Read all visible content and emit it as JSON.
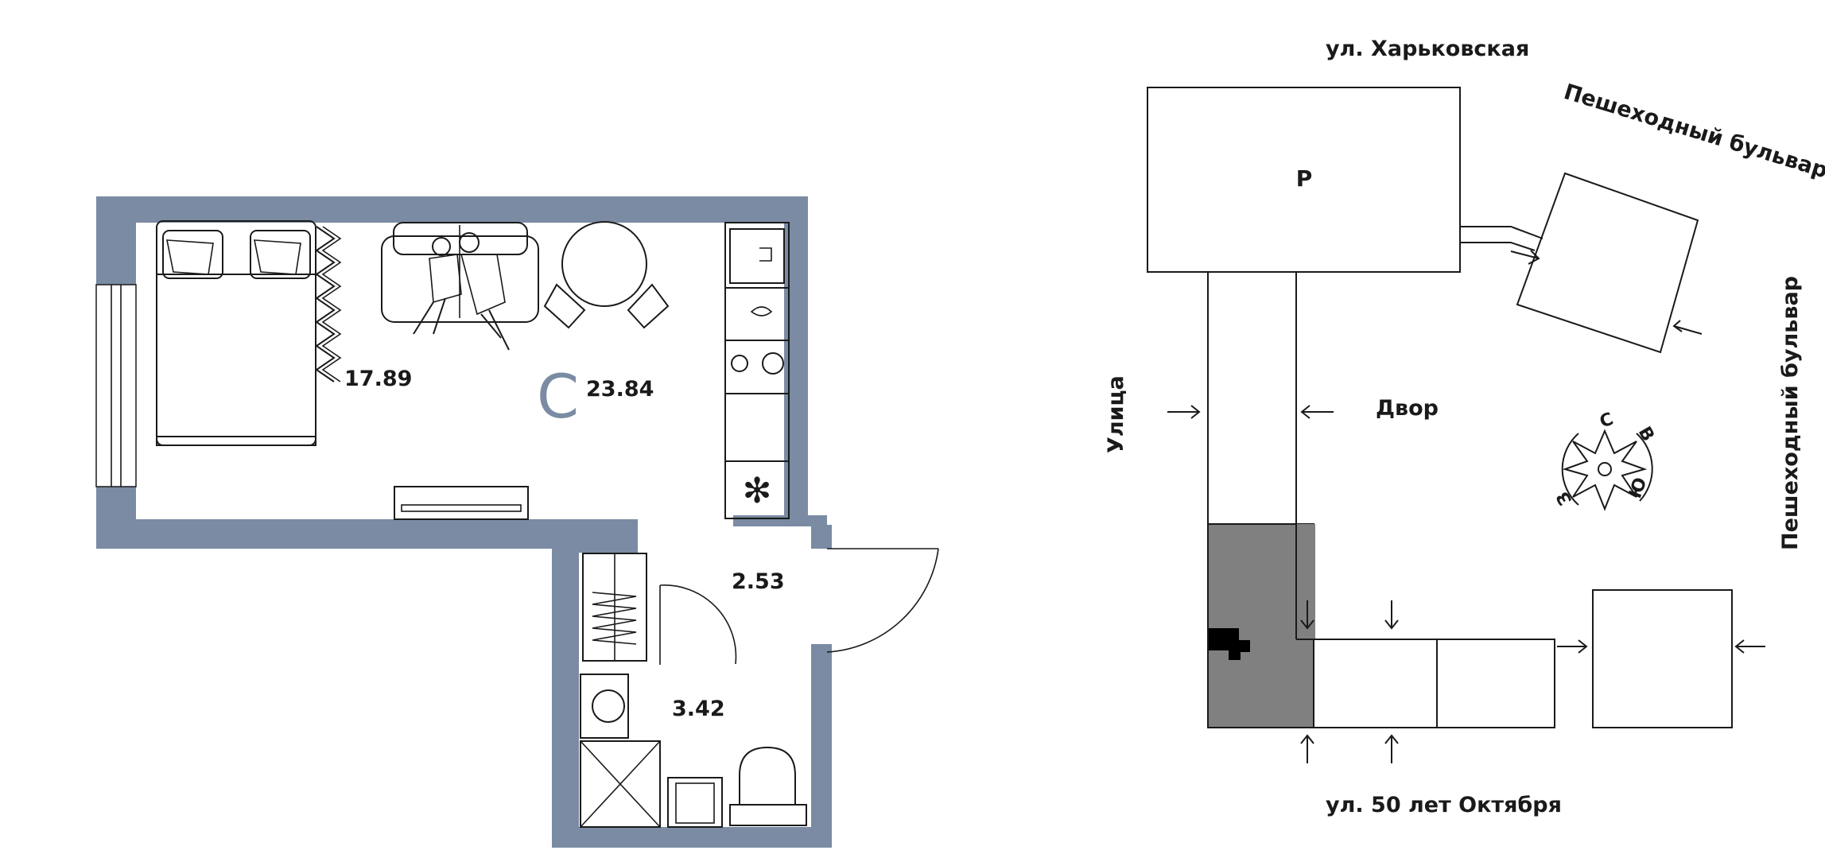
{
  "apartment_plan": {
    "type_label": "С",
    "total_area": "23.84",
    "living_area": "17.89",
    "hall_area": "2.53",
    "bathroom_area": "3.42",
    "wall_color": "#7a8ba3"
  },
  "site_plan": {
    "street_top": "ул. Харьковская",
    "street_bottom": "ул. 50 лет Октября",
    "street_left": "Улица",
    "boulevard_top": "Пешеходный бульвар",
    "boulevard_right": "Пешеходный бульвар",
    "courtyard": "Двор",
    "parking": "Р",
    "highlight_color": "#808080",
    "compass": {
      "north": "С",
      "east": "В",
      "south": "Ю",
      "west": "З"
    }
  }
}
